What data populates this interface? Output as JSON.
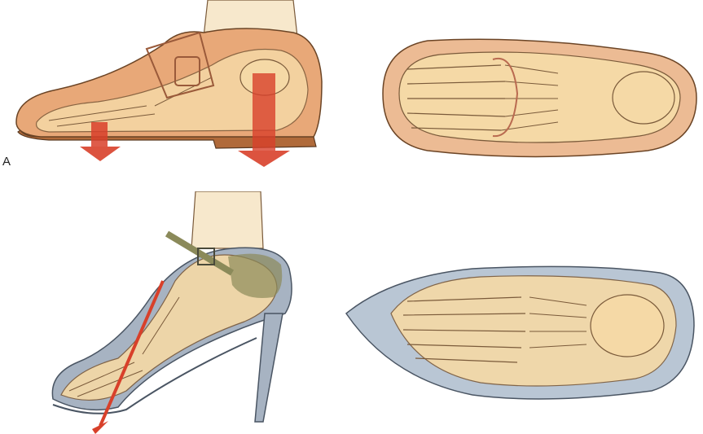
{
  "figure": {
    "panel_label": "A",
    "colors": {
      "shoe_tan": "#e8a878",
      "shoe_tan_dark": "#c97e4e",
      "bone": "#f5d9a6",
      "bone_outline": "#7a5a3a",
      "skin": "#f7e8cc",
      "arrow_red": "#d8402a",
      "heel_grey": "#a7b3c2",
      "heel_grey_dark": "#6d7b8b",
      "strap_olive": "#8b8a5a"
    },
    "panels": [
      {
        "id": "flat-shoe-side",
        "icon": "flat-shoe-side-view"
      },
      {
        "id": "flat-shoe-top",
        "icon": "flat-shoe-top-view"
      },
      {
        "id": "high-heel-side",
        "icon": "high-heel-side-view"
      },
      {
        "id": "high-heel-top",
        "icon": "high-heel-top-view"
      }
    ]
  }
}
